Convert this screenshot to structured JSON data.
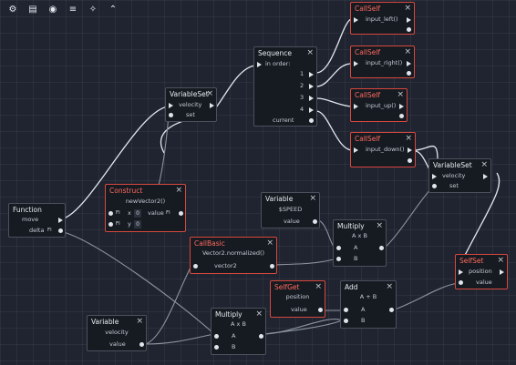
{
  "toolbar": {
    "buttons": [
      {
        "icon": "settings-icon",
        "glyph": "⚙"
      },
      {
        "icon": "folder-icon",
        "glyph": "▤"
      },
      {
        "icon": "shield-icon",
        "glyph": "◉"
      },
      {
        "icon": "layers-icon",
        "glyph": "≡"
      },
      {
        "icon": "magic-wand-icon",
        "glyph": "✧"
      },
      {
        "icon": "collapse-icon",
        "glyph": "⌃"
      }
    ]
  },
  "nodes": {
    "function": {
      "title": "Function",
      "rows": [
        "move",
        "delta",
        "Fl"
      ]
    },
    "variableset1": {
      "title": "VariableSet",
      "rows": [
        "velocity",
        "set"
      ]
    },
    "construct": {
      "title": "Construct",
      "rows": [
        "newVector2()",
        "Fl",
        "x",
        "0",
        "value",
        "Fl",
        "y",
        "0"
      ]
    },
    "sequence": {
      "title": "Sequence",
      "rows": [
        "in order:",
        "1",
        "2",
        "3",
        "4",
        "current"
      ]
    },
    "callself1": {
      "title": "CallSelf",
      "rows": [
        "input_left()"
      ]
    },
    "callself2": {
      "title": "CallSelf",
      "rows": [
        "input_right()"
      ]
    },
    "callself3": {
      "title": "CallSelf",
      "rows": [
        "input_up()"
      ]
    },
    "callself4": {
      "title": "CallSelf",
      "rows": [
        "input_down()"
      ]
    },
    "variable_speed": {
      "title": "Variable",
      "rows": [
        "$SPEED",
        "value"
      ]
    },
    "variableset2": {
      "title": "VariableSet",
      "rows": [
        "velocity",
        "set"
      ]
    },
    "multiply1": {
      "title": "Multiply",
      "rows": [
        "A x B",
        "A",
        "B"
      ]
    },
    "callbasic": {
      "title": "CallBasic",
      "rows": [
        "Vector2.normalized()",
        "vector2"
      ]
    },
    "selfset": {
      "title": "SelfSet",
      "rows": [
        "position",
        "value"
      ]
    },
    "selfget": {
      "title": "SelfGet",
      "rows": [
        "position",
        "value"
      ]
    },
    "add": {
      "title": "Add",
      "rows": [
        "A + B",
        "A",
        "B"
      ]
    },
    "variable_velocity": {
      "title": "Variable",
      "rows": [
        "velocity",
        "value"
      ]
    },
    "multiply2": {
      "title": "Multiply",
      "rows": [
        "A x B",
        "A",
        "B"
      ]
    }
  },
  "close_glyph": "×"
}
